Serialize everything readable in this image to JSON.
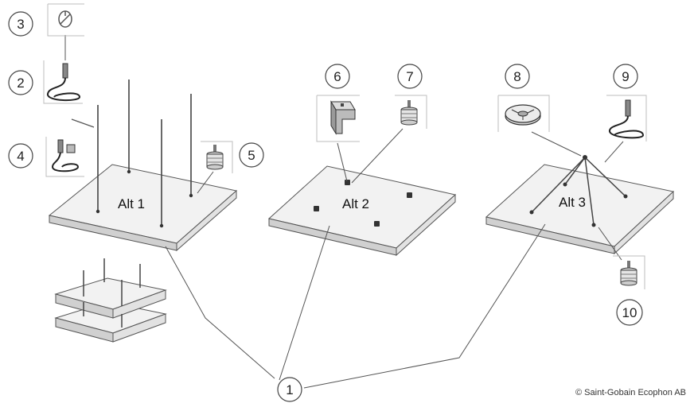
{
  "numbers": {
    "n1": "1",
    "n2": "2",
    "n3": "3",
    "n4": "4",
    "n5": "5",
    "n6": "6",
    "n7": "7",
    "n8": "8",
    "n9": "9",
    "n10": "10"
  },
  "panels": {
    "alt1": "Alt 1",
    "alt2": "Alt 2",
    "alt3": "Alt 3"
  },
  "copyright": "© Saint-Gobain Ecophon AB",
  "colors": {
    "line": "#4a4a4a",
    "panel_top": "#f2f2f2",
    "panel_edge": "#cfcfcf",
    "frame": "#bdbdbd"
  }
}
